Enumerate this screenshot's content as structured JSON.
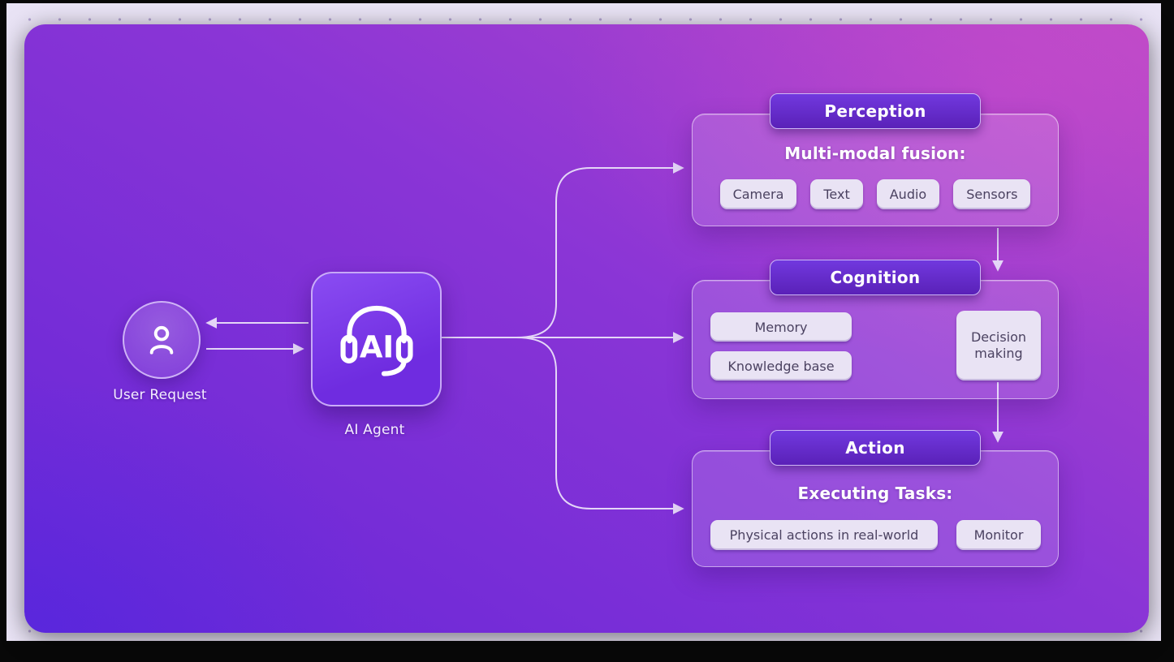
{
  "user": {
    "label": "User Request"
  },
  "agent": {
    "label": "AI Agent",
    "icon_text": "AI"
  },
  "panels": {
    "perception": {
      "title": "Perception",
      "subtitle": "Multi-modal fusion:",
      "chips": [
        "Camera",
        "Text",
        "Audio",
        "Sensors"
      ]
    },
    "cognition": {
      "title": "Cognition",
      "chips": [
        "Memory",
        "Knowledge base"
      ],
      "decision": "Decision making"
    },
    "action": {
      "title": "Action",
      "subtitle": "Executing Tasks:",
      "chips": [
        "Physical actions in real-world",
        "Monitor"
      ]
    }
  },
  "colors": {
    "canvas_gradient_from": "#6526d8",
    "canvas_gradient_to": "#b648c8",
    "badge_bg": "#5a21b8",
    "chip_bg": "#e9e3f4",
    "chip_text": "#4b4261",
    "connector": "#e4d6f7"
  }
}
